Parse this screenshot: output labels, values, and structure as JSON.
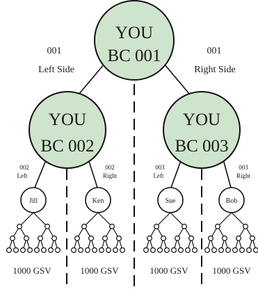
{
  "colors": {
    "node_fill": "#cfe4cc",
    "stroke": "#111111",
    "background": "#ffffff"
  },
  "top": {
    "line1": "YOU",
    "line2": "BC 001"
  },
  "left_side": {
    "number": "001",
    "label": "Left Side"
  },
  "right_side": {
    "number": "001",
    "label": "Right Side"
  },
  "mid_left": {
    "line1": "YOU",
    "line2": "BC 002"
  },
  "mid_right": {
    "line1": "YOU",
    "line2": "BC 003"
  },
  "mini": [
    {
      "number": "002",
      "label": "Left"
    },
    {
      "number": "002",
      "label": "Right"
    },
    {
      "number": "003",
      "label": "Left"
    },
    {
      "number": "003",
      "label": "Right"
    }
  ],
  "leaves": [
    {
      "name": "Jill",
      "gsv": "1000 GSV"
    },
    {
      "name": "Ken",
      "gsv": "1000 GSV"
    },
    {
      "name": "Sue",
      "gsv": "1000 GSV"
    },
    {
      "name": "Bob",
      "gsv": "1000 GSV"
    }
  ]
}
